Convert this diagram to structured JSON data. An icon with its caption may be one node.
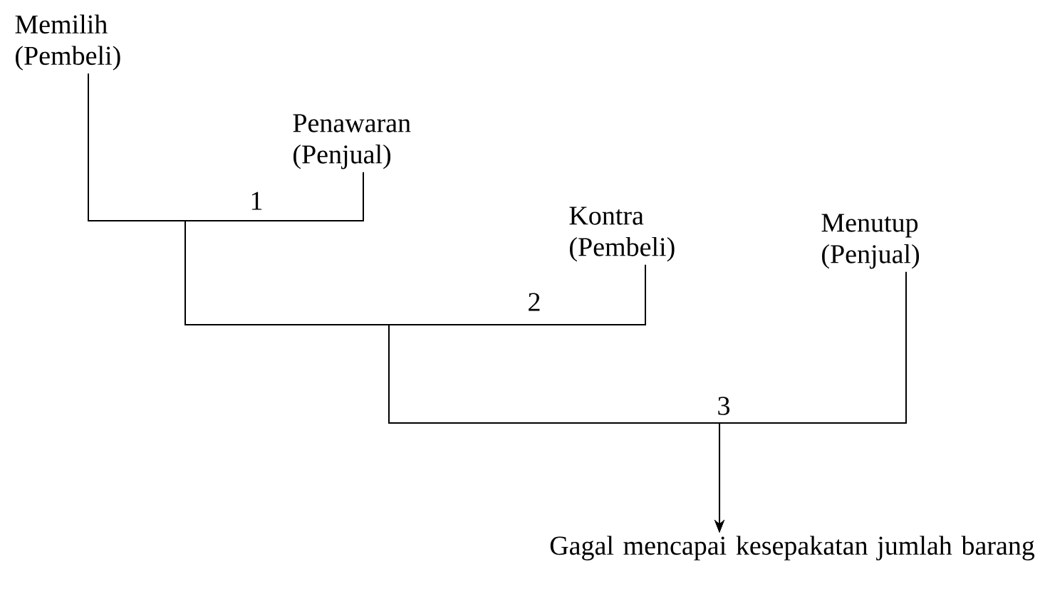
{
  "diagram": {
    "nodes": [
      {
        "text": [
          "Memilih (Pembeli)"
        ]
      },
      {
        "text": [
          "Penawaran (Penjual)"
        ]
      },
      {
        "text": [
          "Kontra (Pembeli)"
        ]
      },
      {
        "text": [
          "Menutup (Penjual)"
        ]
      },
      {
        "text": [
          "Gagal mencapai kesepakatan jumlah barang"
        ]
      }
    ],
    "edges": [
      {
        "from": 0,
        "to": 4,
        "arrow": "to"
      },
      {
        "from": 1,
        "to": 4,
        "arrow": "to"
      },
      {
        "from": 2,
        "to": 4,
        "arrow": "to"
      },
      {
        "from": 3,
        "to": 4,
        "arrow": "to"
      }
    ],
    "labels": [
      "1",
      "2",
      "3"
    ]
  }
}
